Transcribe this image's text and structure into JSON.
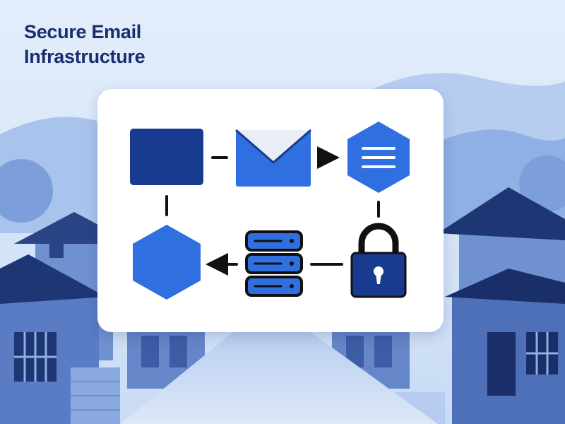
{
  "title": {
    "line1": "Secure Email",
    "line2": "Infrastructure"
  },
  "colors": {
    "navy": "#183b8f",
    "blue": "#2f6fe0",
    "ink": "#111111",
    "title": "#1a2e6e",
    "sky": "#d8e8fa"
  },
  "nodes": [
    {
      "id": "source-block",
      "icon": "square-block",
      "color": "navy"
    },
    {
      "id": "envelope",
      "icon": "mail-icon",
      "color": "blue"
    },
    {
      "id": "content-hexagon",
      "icon": "hexagon-lines-icon",
      "color": "blue"
    },
    {
      "id": "lock",
      "icon": "padlock-icon",
      "color": "navy"
    },
    {
      "id": "server",
      "icon": "server-stack-icon",
      "color": "blue"
    },
    {
      "id": "destination-hexagon",
      "icon": "hexagon-icon",
      "color": "blue"
    }
  ],
  "connectors": [
    {
      "from": "source-block",
      "to": "envelope",
      "arrow": false
    },
    {
      "from": "envelope",
      "to": "content-hexagon",
      "arrow": true
    },
    {
      "from": "content-hexagon",
      "to": "lock",
      "arrow": false
    },
    {
      "from": "lock",
      "to": "server",
      "arrow": false
    },
    {
      "from": "server",
      "to": "destination-hexagon",
      "arrow": true
    },
    {
      "from": "source-block",
      "to": "destination-hexagon",
      "arrow": false
    }
  ]
}
